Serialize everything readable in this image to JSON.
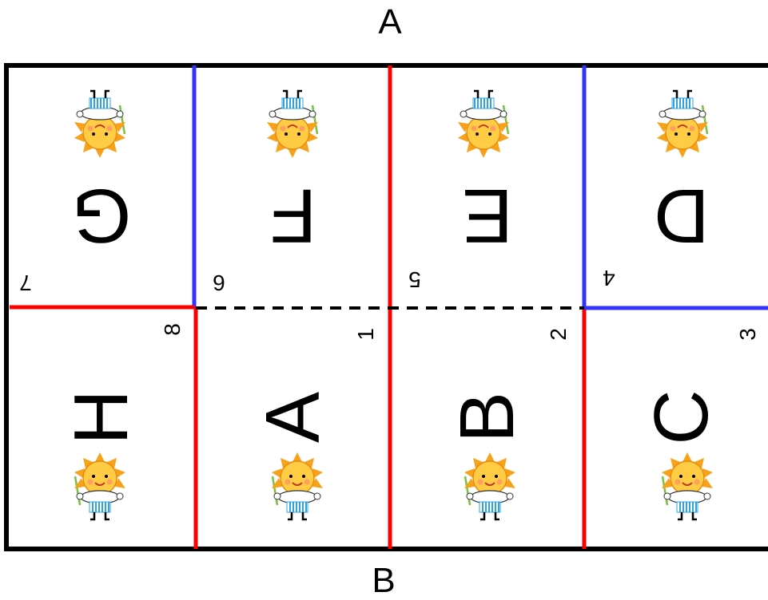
{
  "labels": {
    "top": "A",
    "bottom": "B"
  },
  "top_row": [
    {
      "letter": "G",
      "number": "7"
    },
    {
      "letter": "F",
      "number": "6"
    },
    {
      "letter": "E",
      "number": "5"
    },
    {
      "letter": "D",
      "number": "4"
    }
  ],
  "bottom_row": [
    {
      "letter": "H",
      "number": "8"
    },
    {
      "letter": "A",
      "number": "1"
    },
    {
      "letter": "B",
      "number": "2"
    },
    {
      "letter": "C",
      "number": "3"
    }
  ],
  "colors": {
    "red_fold": "#ff0000",
    "blue_fold": "#3333ff",
    "border": "#000000",
    "sun": "#f7a21b",
    "sun_face": "#ffcc44",
    "stripes": "#2ea3e0"
  },
  "icons": {
    "mascot": "sun-mascot-icon"
  }
}
